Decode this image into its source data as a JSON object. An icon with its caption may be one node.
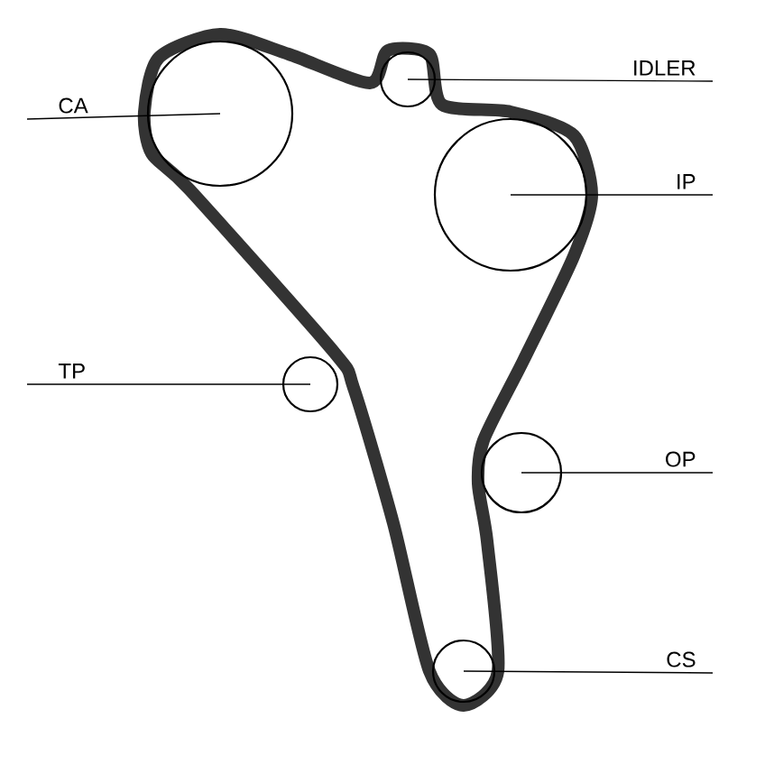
{
  "diagram": {
    "nodes": [
      {
        "text": [
          "CA"
        ]
      },
      {
        "text": [],
        "shape": "circle"
      },
      {
        "text": [
          "IDLER"
        ]
      },
      {
        "text": [],
        "shape": "circle"
      },
      {
        "text": [
          "IP"
        ]
      },
      {
        "text": [],
        "shape": "circle"
      },
      {
        "text": [
          "TP"
        ]
      },
      {
        "text": [],
        "shape": "circle"
      },
      {
        "text": [
          "OP"
        ]
      },
      {
        "text": [],
        "shape": "circle"
      },
      {
        "text": [
          "CS"
        ]
      },
      {
        "text": [],
        "shape": "circle"
      }
    ],
    "edges": [
      {
        "from": 0,
        "to": 1,
        "arrow": "none"
      },
      {
        "from": 2,
        "to": 3,
        "arrow": "none"
      },
      {
        "from": 4,
        "to": 5,
        "arrow": "none"
      },
      {
        "from": 6,
        "to": 7,
        "arrow": "none"
      },
      {
        "from": 8,
        "to": 9,
        "arrow": "none"
      },
      {
        "from": 10,
        "to": 11,
        "arrow": "none"
      }
    ]
  }
}
